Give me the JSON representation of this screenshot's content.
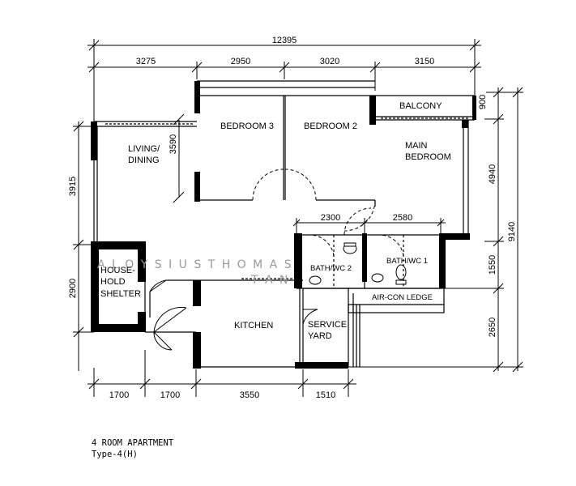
{
  "plan": {
    "overall_width": "12395",
    "overall_depth": "9140",
    "top_dims": [
      "3275",
      "2950",
      "3020",
      "3150"
    ],
    "bottom_dims": [
      "1700",
      "1700",
      "3550",
      "1510"
    ],
    "bath_dims": [
      "2300",
      "2580"
    ],
    "left_dims": [
      "3915",
      "2900"
    ],
    "right_dims": [
      "900",
      "4940",
      "1550",
      "2650"
    ],
    "inner_dim_living": "3590",
    "rooms": {
      "living_line1": "LIVING/",
      "living_line2": "DINING",
      "bedroom3": "BEDROOM 3",
      "bedroom2": "BEDROOM 2",
      "balcony": "BALCONY",
      "main_line1": "MAIN",
      "main_line2": "BEDROOM",
      "bath2": "BATH/WC 2",
      "bath1": "BATH/WC 1",
      "shelter_line1": "HOUSE-",
      "shelter_line2": "HOLD",
      "shelter_line3": "SHELTER",
      "kitchen": "KITCHEN",
      "service_line1": "SERVICE",
      "service_line2": "YARD",
      "aircon": "AIR-CON LEDGE"
    },
    "watermark_line1": "A L O Y S I U S   T H O M A S",
    "watermark_line2": "T A N"
  },
  "caption": {
    "line1": "4 ROOM APARTMENT",
    "line2": "Type-4(H)"
  }
}
